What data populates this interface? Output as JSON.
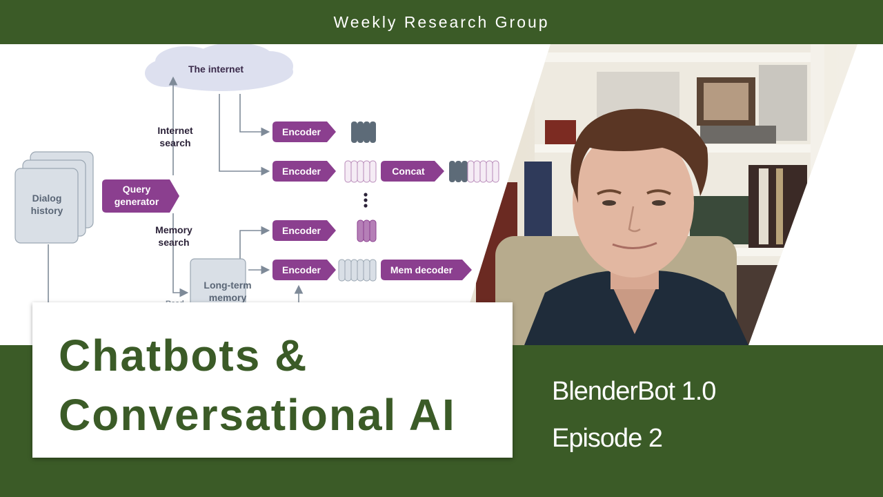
{
  "header": {
    "title": "Weekly Research Group"
  },
  "diagram": {
    "cloud_label": "The internet",
    "internet_search": [
      "Internet",
      "search"
    ],
    "memory_search": [
      "Memory",
      "search"
    ],
    "dialog_history": [
      "Dialog",
      "history"
    ],
    "query_generator": [
      "Query",
      "generator"
    ],
    "long_term_memory": [
      "Long-term",
      "memory"
    ],
    "read_label": "Read",
    "encoder": "Encoder",
    "concat": "Concat",
    "mem_decoder": "Mem decoder",
    "colors": {
      "purple": "#8b3f8f",
      "slate": "#5d6b78",
      "pale_purple": "#f2e6f2",
      "box_gray": "#d9dfe6",
      "arrow": "#7e8a98"
    }
  },
  "title_card": {
    "line1": "Chatbots &",
    "line2": "Conversational AI"
  },
  "subtitle": {
    "line1": "BlenderBot 1.0",
    "line2": "Episode 2"
  },
  "colors": {
    "brand_green": "#3b5b27",
    "white": "#ffffff"
  }
}
